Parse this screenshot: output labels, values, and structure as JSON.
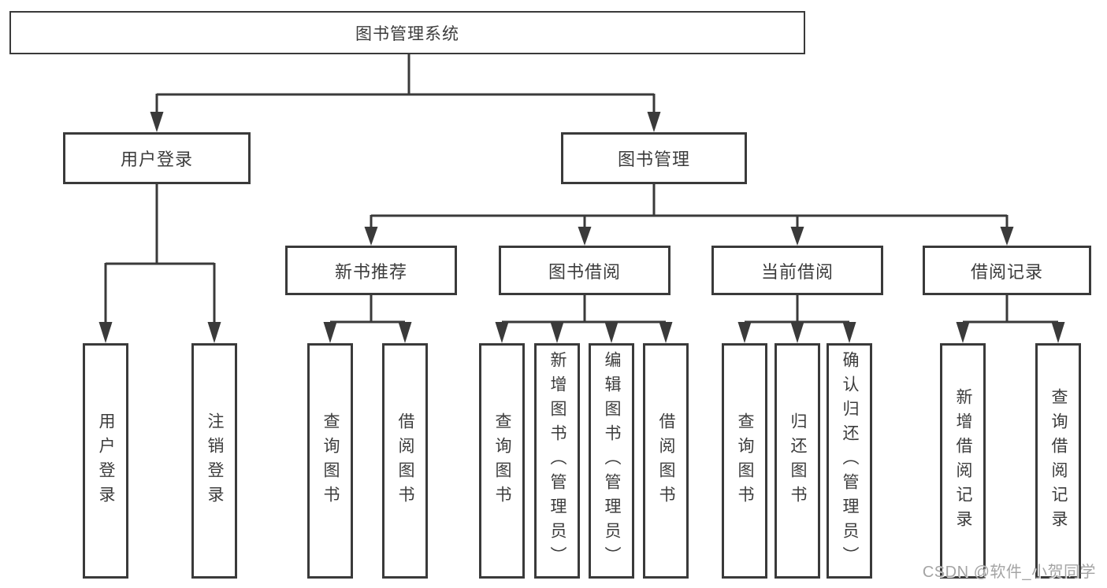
{
  "diagram": {
    "root": {
      "label": "图书管理系统"
    },
    "branches": [
      {
        "label": "用户登录",
        "children": [
          {
            "label": "用户登录"
          },
          {
            "label": "注销登录"
          }
        ]
      },
      {
        "label": "图书管理",
        "children": [
          {
            "label": "新书推荐",
            "children": [
              {
                "label": "查询图书"
              },
              {
                "label": "借阅图书"
              }
            ]
          },
          {
            "label": "图书借阅",
            "children": [
              {
                "label": "查询图书"
              },
              {
                "label": "新增图书（管理员）"
              },
              {
                "label": "编辑图书（管理员）"
              },
              {
                "label": "借阅图书"
              }
            ]
          },
          {
            "label": "当前借阅",
            "children": [
              {
                "label": "查询图书"
              },
              {
                "label": "归还图书"
              },
              {
                "label": "确认归还（管理员）"
              }
            ]
          },
          {
            "label": "借阅记录",
            "children": [
              {
                "label": "新增借阅记录"
              },
              {
                "label": "查询借阅记录"
              }
            ]
          }
        ]
      }
    ]
  },
  "watermark": {
    "text": "CSDN @软件_小贺同学"
  },
  "colors": {
    "line": "#3a3a3a",
    "text": "#3c3c3c",
    "background": "#ffffff",
    "watermark": "#a4a4a4"
  }
}
